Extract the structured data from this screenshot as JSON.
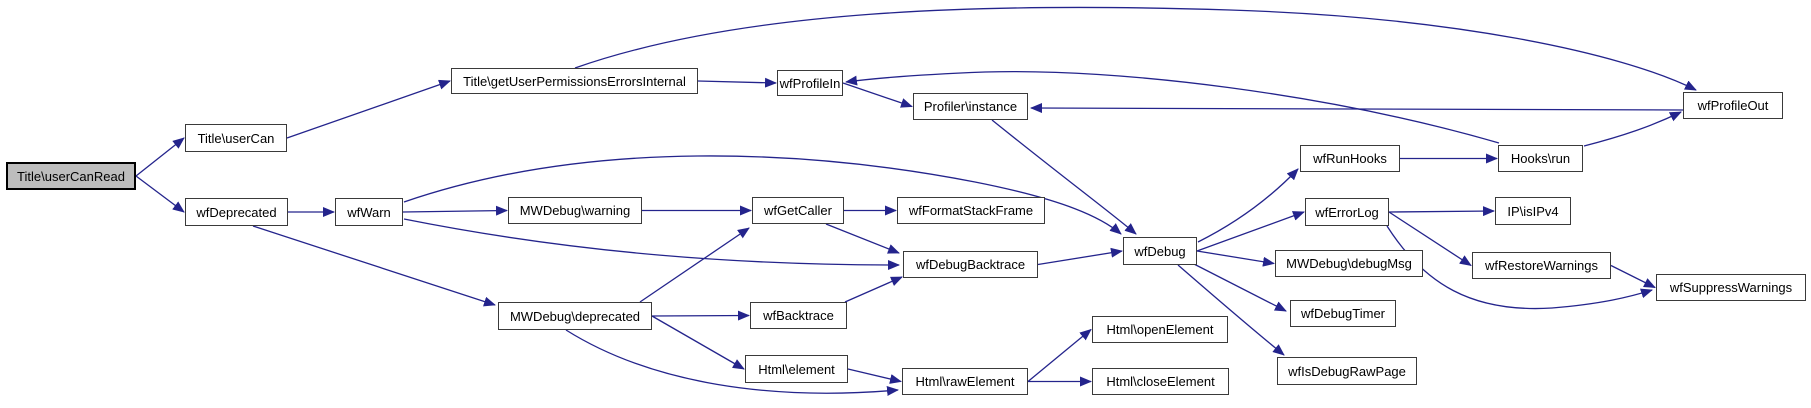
{
  "diagram": {
    "kind": "doxygen-call-graph",
    "root_id": "userCanRead",
    "colors": {
      "edge": "#24248c",
      "node_border": "#3a3a3a",
      "node_fill": "#ffffff",
      "root_fill": "#bdbdbd",
      "root_border": "#000000",
      "text": "#000000",
      "background": "#ffffff"
    },
    "nodes": [
      {
        "id": "userCanRead",
        "label": "Title\\userCanRead"
      },
      {
        "id": "userCan",
        "label": "Title\\userCan"
      },
      {
        "id": "wfDeprecated",
        "label": "wfDeprecated"
      },
      {
        "id": "getUserPermissionsErrorsInternal",
        "label": "Title\\getUserPermissionsErrorsInternal"
      },
      {
        "id": "wfProfileIn",
        "label": "wfProfileIn"
      },
      {
        "id": "profilerInstance",
        "label": "Profiler\\instance"
      },
      {
        "id": "wfProfileOut",
        "label": "wfProfileOut"
      },
      {
        "id": "wfWarn",
        "label": "wfWarn"
      },
      {
        "id": "mwdebugWarning",
        "label": "MWDebug\\warning"
      },
      {
        "id": "wfGetCaller",
        "label": "wfGetCaller"
      },
      {
        "id": "wfFormatStackFrame",
        "label": "wfFormatStackFrame"
      },
      {
        "id": "wfDebugBacktrace",
        "label": "wfDebugBacktrace"
      },
      {
        "id": "wfDebug",
        "label": "wfDebug"
      },
      {
        "id": "mwdebugDeprecated",
        "label": "MWDebug\\deprecated"
      },
      {
        "id": "wfBacktrace",
        "label": "wfBacktrace"
      },
      {
        "id": "htmlElement",
        "label": "Html\\element"
      },
      {
        "id": "htmlRawElement",
        "label": "Html\\rawElement"
      },
      {
        "id": "htmlOpenElement",
        "label": "Html\\openElement"
      },
      {
        "id": "htmlCloseElement",
        "label": "Html\\closeElement"
      },
      {
        "id": "wfRunHooks",
        "label": "wfRunHooks"
      },
      {
        "id": "hooksRun",
        "label": "Hooks\\run"
      },
      {
        "id": "wfErrorLog",
        "label": "wfErrorLog"
      },
      {
        "id": "ipIsIPv4",
        "label": "IP\\isIPv4"
      },
      {
        "id": "wfRestoreWarnings",
        "label": "wfRestoreWarnings"
      },
      {
        "id": "wfSuppressWarnings",
        "label": "wfSuppressWarnings"
      },
      {
        "id": "mwdebugDebugMsg",
        "label": "MWDebug\\debugMsg"
      },
      {
        "id": "wfDebugTimer",
        "label": "wfDebugTimer"
      },
      {
        "id": "wfIsDebugRawPage",
        "label": "wfIsDebugRawPage"
      }
    ],
    "edges": [
      {
        "from": "userCanRead",
        "to": "userCan"
      },
      {
        "from": "userCanRead",
        "to": "wfDeprecated"
      },
      {
        "from": "userCan",
        "to": "getUserPermissionsErrorsInternal"
      },
      {
        "from": "getUserPermissionsErrorsInternal",
        "to": "wfProfileIn"
      },
      {
        "from": "getUserPermissionsErrorsInternal",
        "to": "wfProfileOut"
      },
      {
        "from": "wfProfileIn",
        "to": "profilerInstance"
      },
      {
        "from": "wfProfileOut",
        "to": "profilerInstance"
      },
      {
        "from": "hooksRun",
        "to": "wfProfileIn"
      },
      {
        "from": "hooksRun",
        "to": "wfProfileOut"
      },
      {
        "from": "wfRunHooks",
        "to": "hooksRun"
      },
      {
        "from": "wfDebug",
        "to": "wfRunHooks"
      },
      {
        "from": "profilerInstance",
        "to": "wfDebug"
      },
      {
        "from": "wfDeprecated",
        "to": "wfWarn"
      },
      {
        "from": "wfDeprecated",
        "to": "mwdebugDeprecated"
      },
      {
        "from": "wfWarn",
        "to": "mwdebugWarning"
      },
      {
        "from": "wfWarn",
        "to": "wfDebug"
      },
      {
        "from": "wfWarn",
        "to": "wfDebugBacktrace"
      },
      {
        "from": "mwdebugWarning",
        "to": "wfGetCaller"
      },
      {
        "from": "wfGetCaller",
        "to": "wfFormatStackFrame"
      },
      {
        "from": "wfGetCaller",
        "to": "wfDebugBacktrace"
      },
      {
        "from": "mwdebugDeprecated",
        "to": "wfGetCaller"
      },
      {
        "from": "mwdebugDeprecated",
        "to": "wfBacktrace"
      },
      {
        "from": "mwdebugDeprecated",
        "to": "htmlElement"
      },
      {
        "from": "mwdebugDeprecated",
        "to": "htmlRawElement"
      },
      {
        "from": "wfBacktrace",
        "to": "wfDebugBacktrace"
      },
      {
        "from": "wfDebugBacktrace",
        "to": "wfDebug"
      },
      {
        "from": "wfDebug",
        "to": "wfErrorLog"
      },
      {
        "from": "wfDebug",
        "to": "mwdebugDebugMsg"
      },
      {
        "from": "wfDebug",
        "to": "wfDebugTimer"
      },
      {
        "from": "wfDebug",
        "to": "wfIsDebugRawPage"
      },
      {
        "from": "wfErrorLog",
        "to": "ipIsIPv4"
      },
      {
        "from": "wfErrorLog",
        "to": "wfRestoreWarnings"
      },
      {
        "from": "wfErrorLog",
        "to": "wfSuppressWarnings"
      },
      {
        "from": "wfRestoreWarnings",
        "to": "wfSuppressWarnings"
      },
      {
        "from": "htmlElement",
        "to": "htmlRawElement"
      },
      {
        "from": "htmlRawElement",
        "to": "htmlOpenElement"
      },
      {
        "from": "htmlRawElement",
        "to": "htmlCloseElement"
      }
    ]
  }
}
